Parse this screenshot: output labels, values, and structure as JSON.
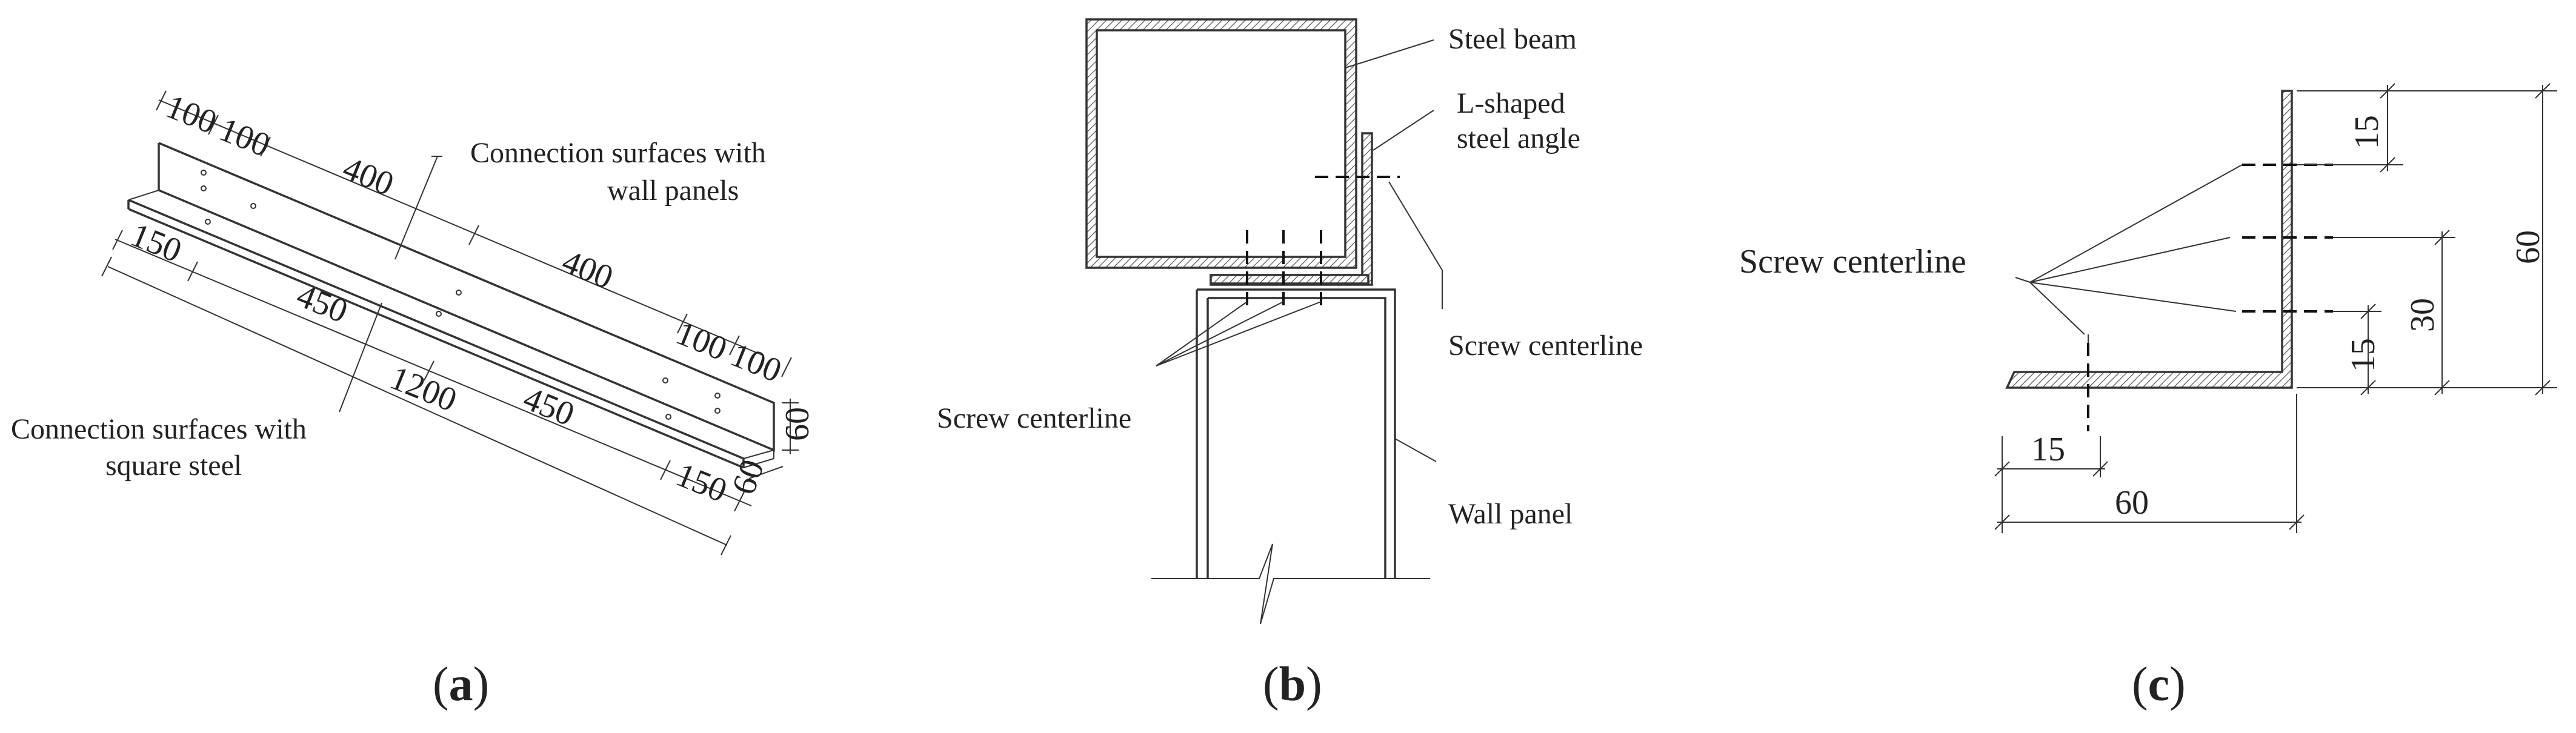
{
  "panel_a": {
    "caption": "a",
    "callouts": {
      "wall_surfaces_line1": "Connection surfaces with",
      "wall_surfaces_line2": "wall panels",
      "square_surfaces_line1": "Connection surfaces with",
      "square_surfaces_line2": "square steel"
    },
    "dims": {
      "top_100_a": "100",
      "top_100_b": "100",
      "top_400_a": "400",
      "top_400_b": "400",
      "top_100_c": "100",
      "top_100_d": "100",
      "bot_150_a": "150",
      "bot_450_a": "450",
      "bot_1200": "1200",
      "bot_450_b": "450",
      "bot_150_b": "150",
      "height_60": "60",
      "width_60": "60"
    }
  },
  "panel_b": {
    "caption": "b",
    "labels": {
      "steel_beam": "Steel beam",
      "angle_line1": "L-shaped",
      "angle_line2": "steel angle",
      "screw_right": "Screw centerline",
      "screw_left": "Screw centerline",
      "wall_panel": "Wall panel"
    }
  },
  "panel_c": {
    "caption": "c",
    "labels": {
      "screw": "Screw centerline"
    },
    "dims": {
      "v15_top": "15",
      "v30": "30",
      "v60": "60",
      "v15_bot": "15",
      "h15": "15",
      "h60": "60"
    }
  },
  "caption_parens": {
    "open": "(",
    "close": ")"
  }
}
